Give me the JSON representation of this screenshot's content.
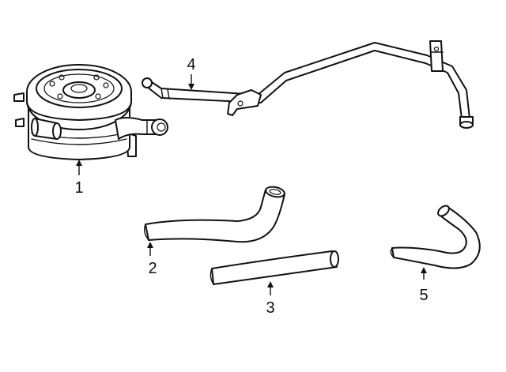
{
  "parts": [
    {
      "id": "oil-cooler",
      "label": "1"
    },
    {
      "id": "hose-upper",
      "label": "2"
    },
    {
      "id": "hose-lower",
      "label": "3"
    },
    {
      "id": "pipe",
      "label": "4"
    },
    {
      "id": "hose-small",
      "label": "5"
    }
  ],
  "colors": {
    "line": "#111111",
    "background": "#ffffff"
  }
}
